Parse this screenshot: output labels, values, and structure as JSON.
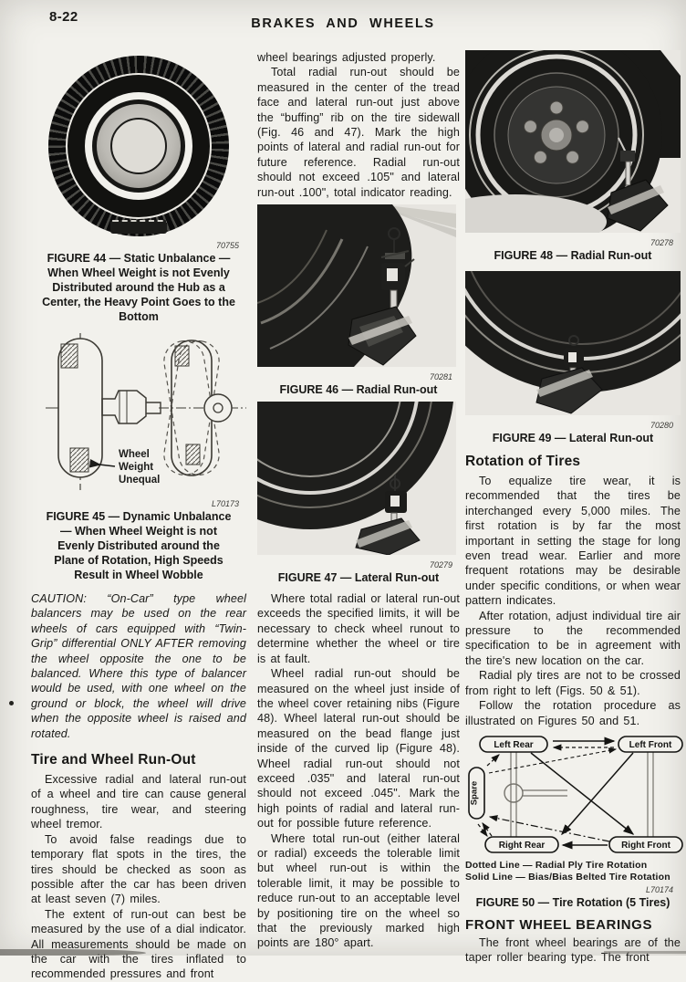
{
  "header": {
    "page_number": "8-22",
    "title": "BRAKES AND WHEELS"
  },
  "left": {
    "fig44": {
      "id": "70755",
      "caption": "FIGURE 44 — Static Unbalance — When Wheel Weight is not Evenly Distributed around the Hub as a Center, the Heavy Point Goes to the Bottom"
    },
    "fig45": {
      "id": "L70173",
      "caption": "FIGURE 45 — Dynamic Unbalance — When Wheel Weight is not Evenly Distributed around the Plane of Rotation, High Speeds Result in Wheel Wobble",
      "label_lines": [
        "Wheel",
        "Weight",
        "Unequal"
      ]
    },
    "caution": "CAUTION: “On-Car” type wheel balancers may be used on the rear wheels of cars equipped with “Twin-Grip” differential ONLY AFTER removing the wheel opposite the one to be balanced. Where this type of balancer would be used, with one wheel on the ground or block, the wheel will drive when the opposite wheel is raised and rotated.",
    "heading": "Tire and Wheel Run-Out",
    "paragraphs": [
      "Excessive radial and lateral run-out of a wheel and tire can cause general roughness, tire wear, and steering wheel tremor.",
      "To avoid false readings due to temporary flat spots in the tires, the tires should be checked as soon as possible after the car has been driven at least seven (7) miles.",
      "The extent of run-out can best be measured by the use of a dial indicator. All measurements should be made on the car with the tires inflated to recommended pressures and front"
    ]
  },
  "middle": {
    "intro_paragraphs": [
      "wheel bearings adjusted properly.",
      "Total radial run-out should be measured in the center of the tread face and lateral run-out just above the “buffing” rib on the tire sidewall (Fig. 46 and 47). Mark the high points of lateral and radial run-out for future reference. Radial run-out should not exceed .105\" and lateral run-out .100\", total indicator reading."
    ],
    "fig46": {
      "id": "70281",
      "caption": "FIGURE 46 — Radial Run-out"
    },
    "fig47": {
      "id": "70279",
      "caption": "FIGURE 47 — Lateral Run-out"
    },
    "paragraphs": [
      "Where total radial or lateral run-out exceeds the specified limits, it will be necessary to check wheel runout to determine whether the wheel or tire is at fault.",
      "Wheel radial run-out should be measured on the wheel just inside of the wheel cover retaining nibs (Figure 48). Wheel lateral run-out should be measured on the bead flange just inside of the curved lip (Figure 48). Wheel radial run-out should not exceed .035\" and lateral run-out should not exceed .045\". Mark the high points of radial and lateral run-out for possible future reference.",
      "Where total run-out (either lateral or radial) exceeds the tolerable limit but wheel run-out is within the tolerable limit, it may be possible to reduce run-out to an acceptable level by positioning tire on the wheel so that the previously marked high points are 180° apart."
    ]
  },
  "right": {
    "fig48": {
      "id": "70278",
      "caption": "FIGURE 48 — Radial Run-out"
    },
    "fig49": {
      "id": "70280",
      "caption": "FIGURE 49 — Lateral Run-out"
    },
    "rotation": {
      "heading": "Rotation of Tires",
      "paragraphs": [
        "To equalize tire wear, it is recommended that the tires be interchanged every 5,000 miles. The first rotation is by far the most important in setting the stage for long even tread wear. Earlier and more frequent rotations may be desirable under specific conditions, or when wear pattern indicates.",
        "After rotation, adjust individual tire air pressure to the recommended specification to be in agreement with the tire's new location on the car.",
        "Radial ply tires are not to be crossed from right to left (Figs. 50 & 51).",
        "Follow the rotation procedure as illustrated on Figures 50 and 51."
      ]
    },
    "fig50": {
      "id": "L70174",
      "caption": "FIGURE 50 — Tire Rotation (5 Tires)",
      "labels": {
        "left_rear": "Left Rear",
        "left_front": "Left Front",
        "spare": "Spare",
        "right_rear": "Right Rear",
        "right_front": "Right Front"
      },
      "legend": [
        "Dotted Line — Radial Ply Tire Rotation",
        "Solid Line — Bias/Bias Belted Tire Rotation"
      ]
    },
    "bearings": {
      "heading": "FRONT WHEEL BEARINGS",
      "paragraph": "The front wheel bearings are of the taper roller bearing type. The front"
    }
  }
}
